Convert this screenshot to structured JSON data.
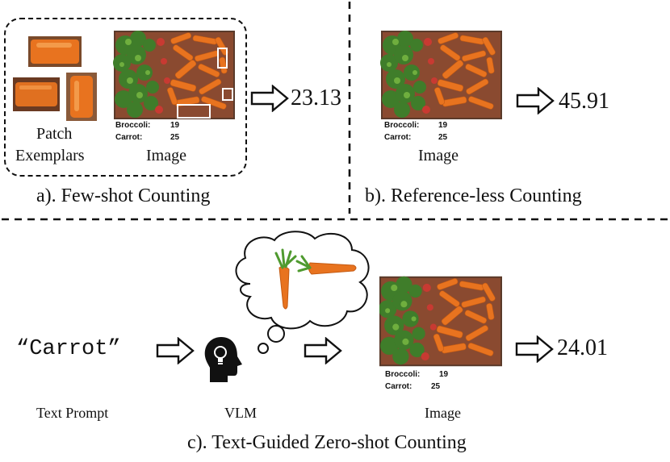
{
  "panel_a": {
    "caption": "a). Few-shot Counting",
    "patch_label_line1": "Patch",
    "patch_label_line2": "Exemplars",
    "image_label": "Image",
    "counts": [
      {
        "name": "Broccoli:",
        "value": "19"
      },
      {
        "name": "Carrot:",
        "value": "25"
      }
    ],
    "result": "23.13"
  },
  "panel_b": {
    "caption": "b). Reference-less Counting",
    "image_label": "Image",
    "counts": [
      {
        "name": "Broccoli:",
        "value": "19"
      },
      {
        "name": "Carrot:",
        "value": "25"
      }
    ],
    "result": "45.91"
  },
  "panel_c": {
    "caption": "c). Text-Guided Zero-shot Counting",
    "prompt": "“Carrot”",
    "prompt_label": "Text Prompt",
    "vlm_label": "VLM",
    "image_label": "Image",
    "counts": [
      {
        "name": "Broccoli:",
        "value": "19"
      },
      {
        "name": "Carrot:",
        "value": "25"
      }
    ],
    "result": "24.01"
  },
  "colors": {
    "carrot": "#e8731f",
    "broccoli": "#3f7d2a",
    "tray": "#5a3a2a",
    "divider": "#111111"
  }
}
